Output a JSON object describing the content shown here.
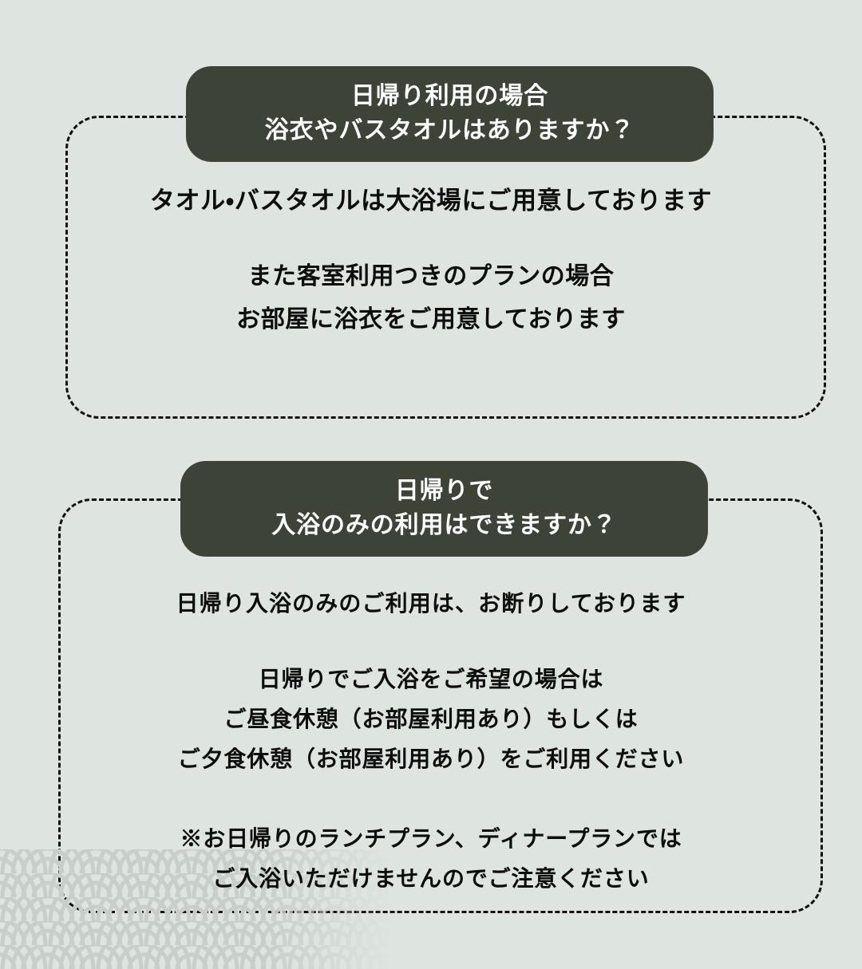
{
  "theme": {
    "background_color": "#dee4e0",
    "header_box_color": "#3e4338",
    "header_text_color": "#ffffff",
    "body_text_color": "#111111",
    "dash_border_color": "#111111",
    "wave_pattern_color": "#c8cec9"
  },
  "decor": {
    "wave_pattern_name": "seigaiha-wave-pattern"
  },
  "faq": [
    {
      "id": "faq-1",
      "header_lines": [
        "日帰り利用の場合",
        "浴衣やバスタオルはありますか？"
      ],
      "paragraphs": [
        {
          "lines": [
            "タオル・バスタオルは大浴場にご用意しております"
          ]
        },
        {
          "lines": [
            "また客室利用つきのプランの場合",
            "お部屋に浴衣をご用意しております"
          ]
        }
      ]
    },
    {
      "id": "faq-2",
      "header_lines": [
        "日帰りで",
        "入浴のみの利用はできますか？"
      ],
      "paragraphs": [
        {
          "lines": [
            "日帰り入浴のみのご利用は、お断りしております"
          ]
        },
        {
          "lines": [
            "日帰りでご入浴をご希望の場合は",
            "ご昼食休憩（お部屋利用あり）もしくは",
            "ご夕食休憩（お部屋利用あり）をご利用ください"
          ]
        },
        {
          "lines": [
            "※お日帰りのランチプラン、ディナープランでは",
            "ご入浴いただけませんのでご注意ください"
          ]
        }
      ]
    }
  ]
}
